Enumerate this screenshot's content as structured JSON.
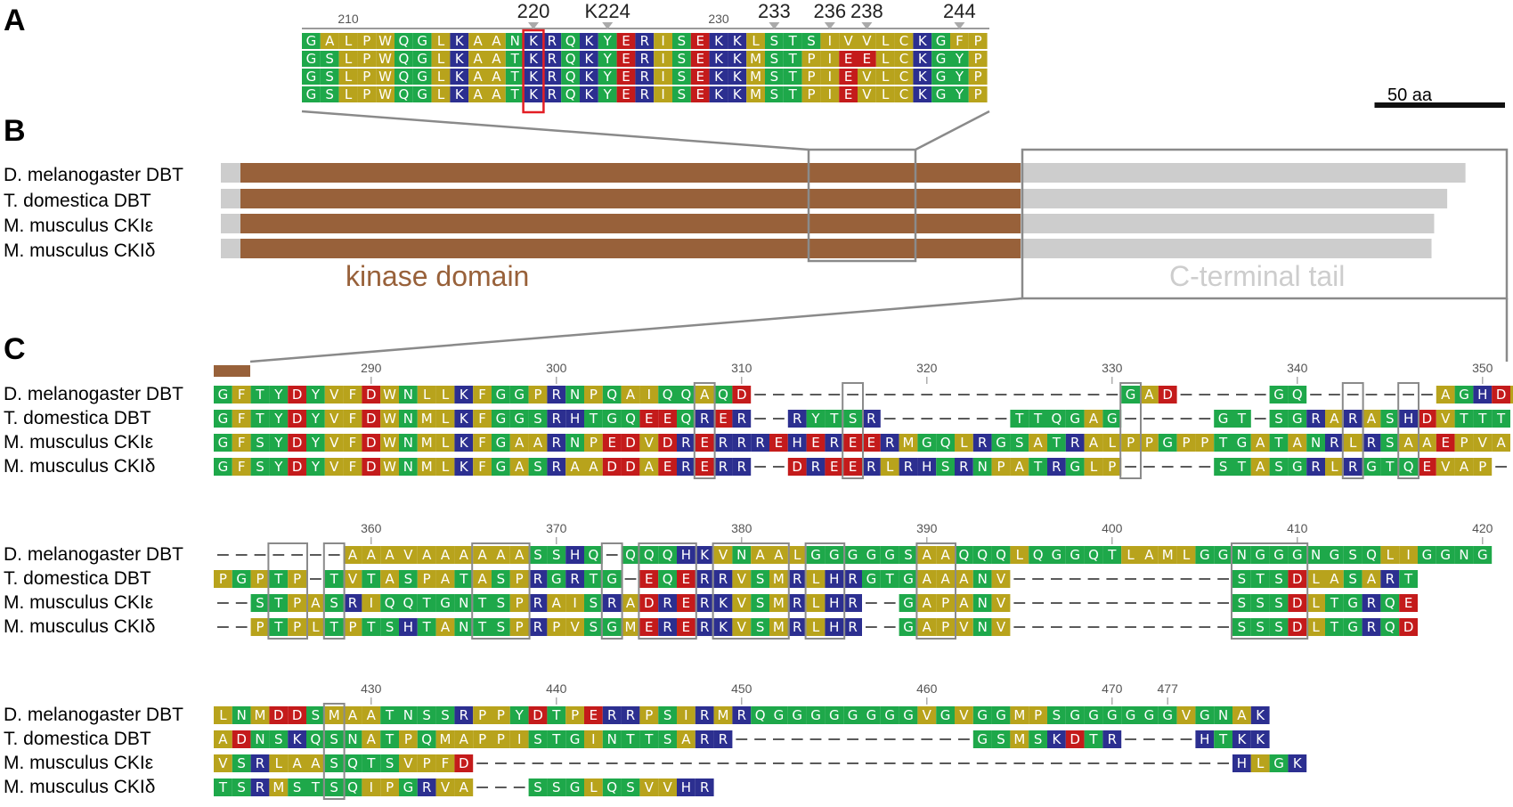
{
  "panels": {
    "A": "A",
    "B": "B",
    "C": "C"
  },
  "colors": {
    "hydrophobic": "#b8a31c",
    "polar": "#1ea84a",
    "positive": "#2c2f90",
    "negative": "#c41b1b",
    "kinase": "#98613a",
    "tail": "#cdcdcd",
    "highlight": "#e31e24",
    "box": "#8a8a8a"
  },
  "species": [
    "D. melanogaster DBT",
    "T. domestica DBT",
    "M. musculus CKIε",
    "M. musculus CKIδ"
  ],
  "panelA": {
    "ticks": [
      "210",
      "230"
    ],
    "markers": [
      "220",
      "K224",
      "233",
      "236",
      "238",
      "244"
    ],
    "sequences": [
      "GALPWQGLKAANKRQKYERISEKKLSTSIVVLCKGFP",
      "GSLPWQGLKAATKRQKYERISEKKMSTPIEELCKGYP",
      "GSLPWQGLKAATKRQKYERISEKKMSTPIEVLCKGYP",
      "GSLPWQGLKAATKRQKYERISEKKMSTPIEVLCKGYP"
    ]
  },
  "panelB": {
    "kinase_label": "kinase domain",
    "tail_label": "C-terminal tail",
    "scale_label": "50 aa",
    "scale_aa": 50,
    "lengths_aa": [
      477,
      470,
      465,
      464
    ]
  },
  "panelC": {
    "blocks": [
      {
        "ticks": [
          "290",
          "300",
          "310",
          "320",
          "330",
          "340",
          "350"
        ],
        "rows": [
          "GFTYDYVFDWNLLKFGGPRNPQAIQQAQD--------------------GAD-----GQ-------AGHDAVAA",
          "GFTYDYVFDWNMLKFGGSRHTGQEEQRER--RYTSR-------TTQGAG-----GT-SGRARASHDVTTT",
          "GFSYDYVFDWNMLKFGAARNPEDVDRERRREHEREERMGQLRGSATRALPPGPPTGATANRLRSAAEPVA-",
          "GFSYDYVFDWNMLKFGASRAADDAERERR--DREERLRHSRNPATRGLP-----STASGRLRGTQEVAP-"
        ]
      },
      {
        "ticks": [
          "360",
          "370",
          "380",
          "390",
          "400",
          "410",
          "420"
        ],
        "rows": [
          "-------AAAVAAAAAASSHQ-QQQHKVNAALGGGGGSAAQQQLQGGQTLAMLGGNGGGNGSQLIGGNG",
          "PGPTP-TVTASPATASPRGRTG-EQERRVSMRLHRGTGAAANV------------STSDLASART",
          "--STPASRIQQTGNTSPRAISRADRERKVSMRLHR--GAPANV------------SSSDLTGRQE",
          "--PTPLTPTSHTANTSPRPVSGMERERKVSMRLHR--GAPVNV------------SSSDLTGRQD"
        ]
      },
      {
        "ticks": [
          "430",
          "440",
          "450",
          "460",
          "470",
          "477"
        ],
        "rows": [
          "LNMDDSMAATNSSRPPYDTPERRPSIRMRQGGGGGGGGVGVGGMPSGGGGGGVGNAK",
          "ADNSKQSNATPQMAPPISTGINTTSARR-------------GSMSKDTR----HTKK",
          "VSRLAASQTSVPFD-----------------------------------------HLGK",
          "TSRMSTSQIPGRVA---SSGLQSVVHR"
        ]
      }
    ]
  }
}
